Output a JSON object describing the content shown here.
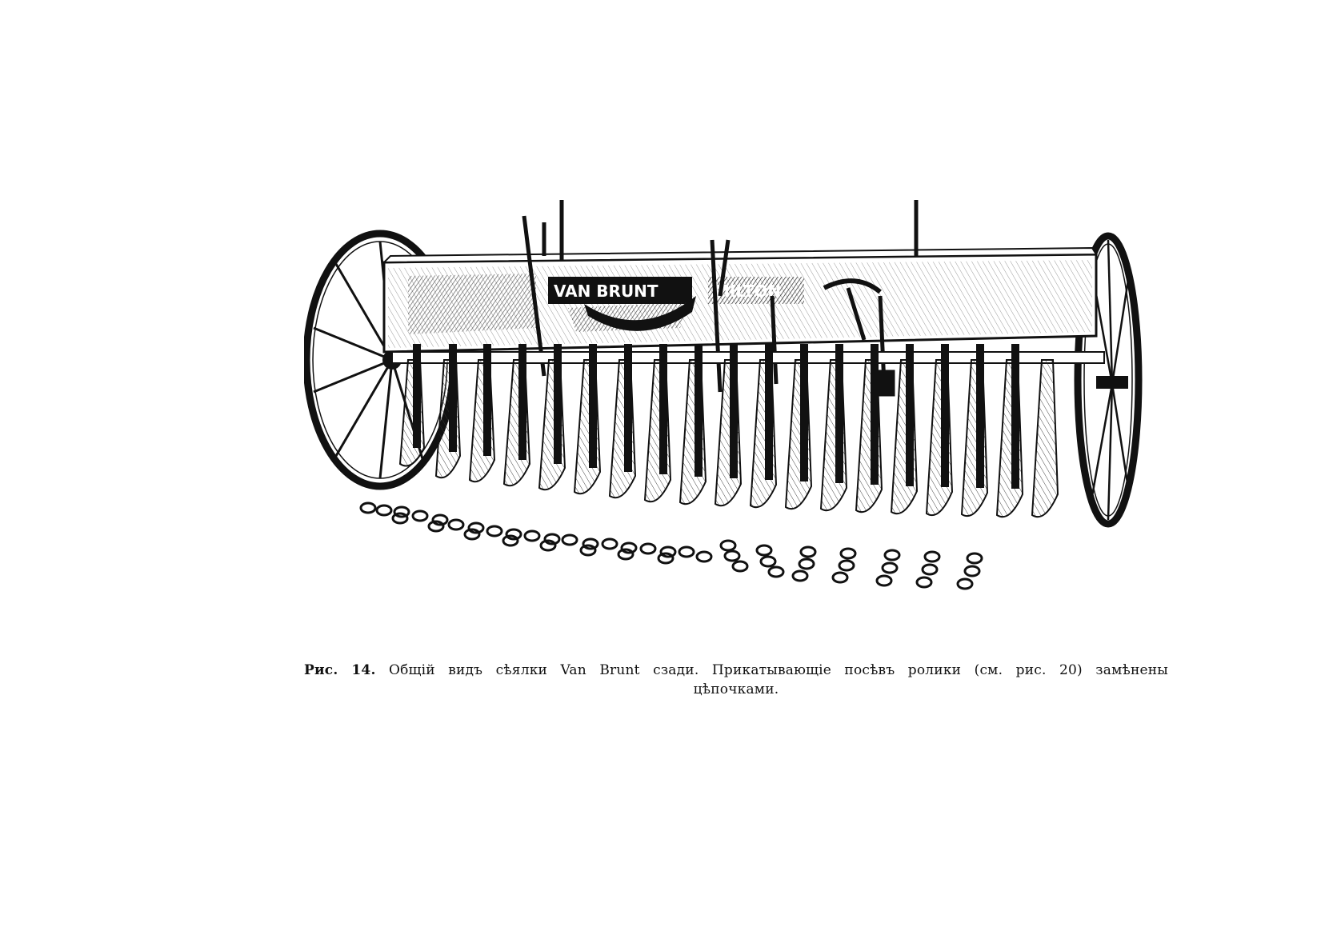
{
  "figure": {
    "box_lettering": "VAN BRUNT",
    "box_lettering_right": "MILTON"
  },
  "caption": {
    "number": "Рис. 14.",
    "line1": "Общій видъ сѣялки Van Brunt сзади. Прикатывающіе посѣвъ ролики (см. рис. 20) замѣнены",
    "line2": "цѣпочками."
  }
}
